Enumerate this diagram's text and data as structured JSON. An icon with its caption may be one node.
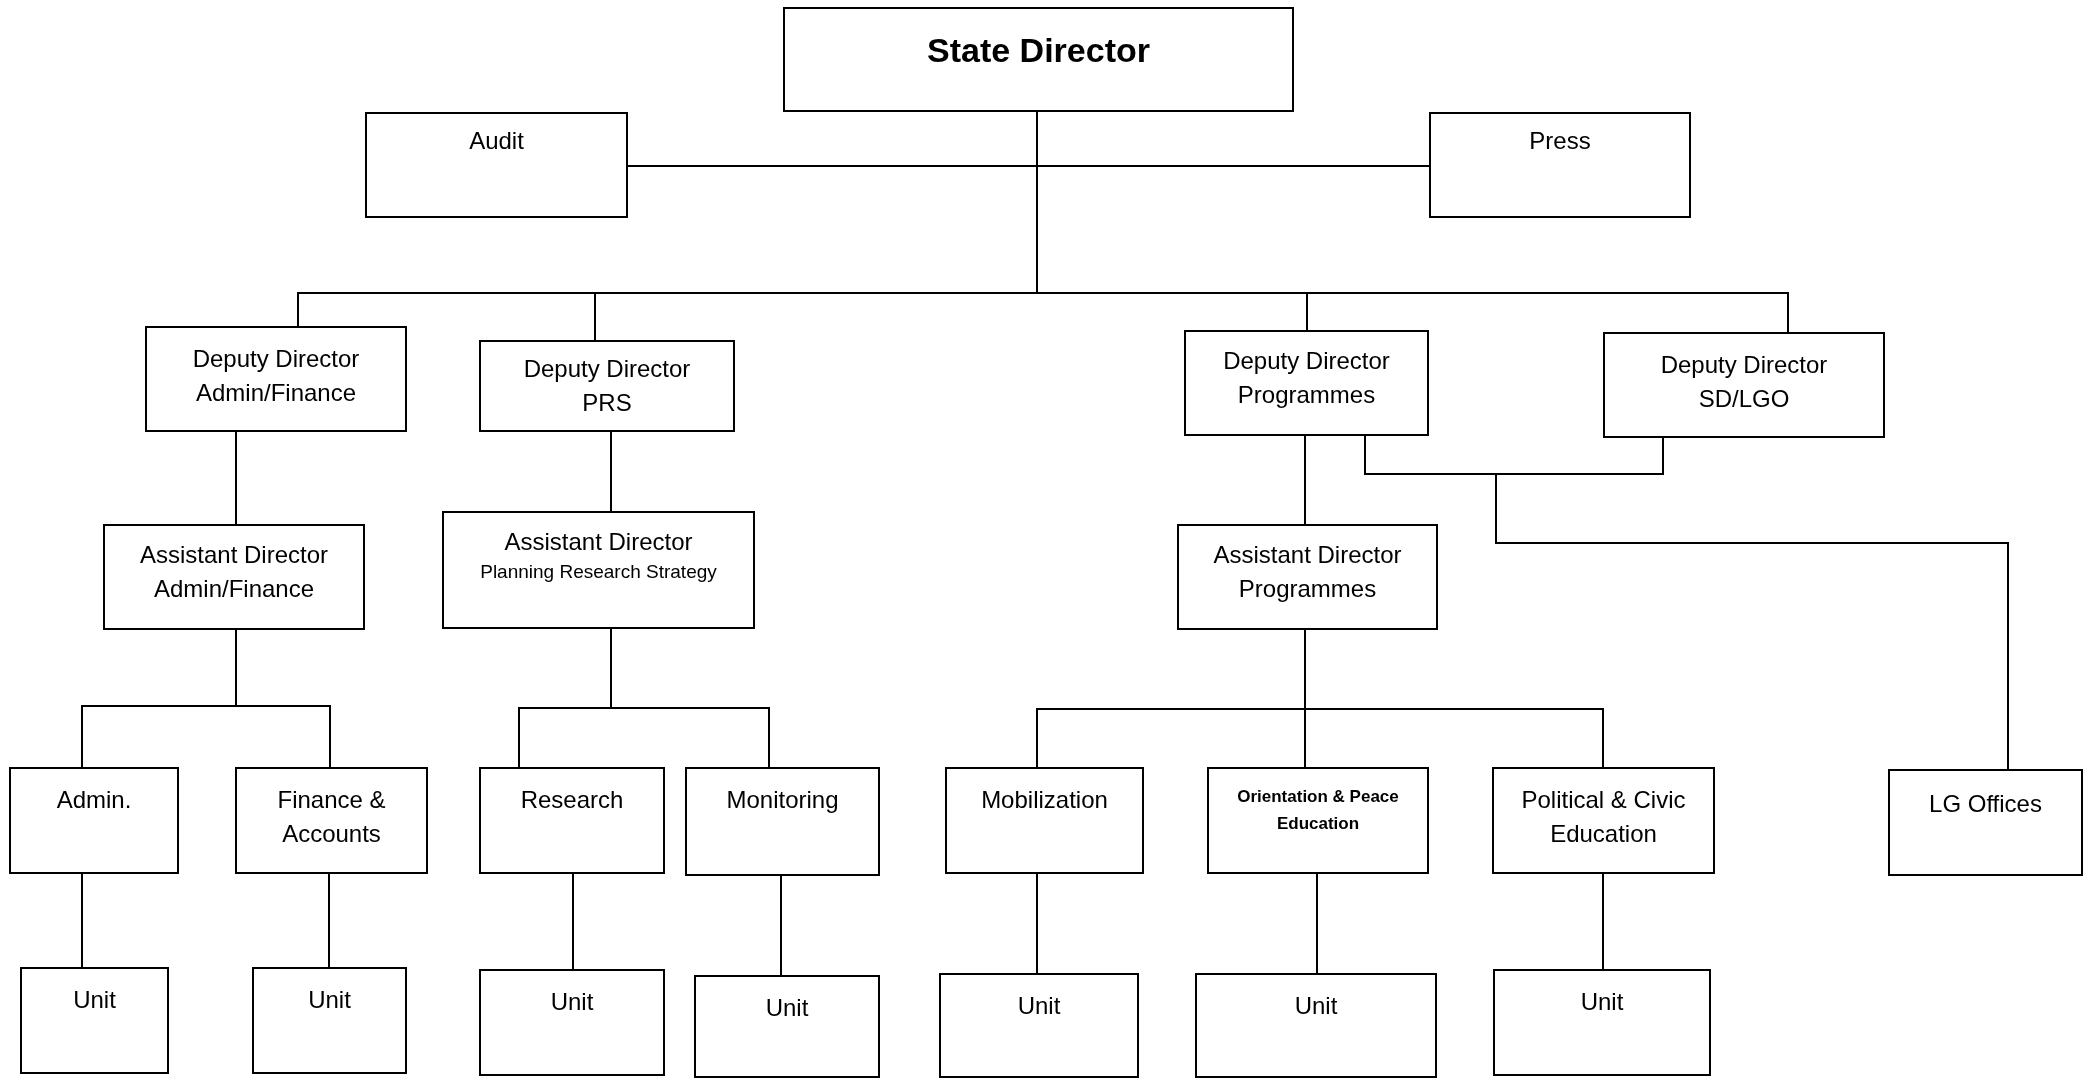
{
  "diagram": {
    "nodes": [
      {
        "text": [
          "State Director"
        ]
      },
      {
        "text": [
          "Audit"
        ]
      },
      {
        "text": [
          "Press"
        ]
      },
      {
        "text": [
          "Deputy Director",
          "Admin/Finance"
        ]
      },
      {
        "text": [
          "Deputy Director",
          "PRS"
        ]
      },
      {
        "text": [
          "Deputy Director",
          "Programmes"
        ]
      },
      {
        "text": [
          "Deputy Director",
          "SD/LGO"
        ]
      },
      {
        "text": [
          "Assistant Director",
          "Admin/Finance"
        ]
      },
      {
        "text": [
          "Assistant Director",
          "Planning Research Strategy"
        ]
      },
      {
        "text": [
          "Assistant Director",
          "Programmes"
        ]
      },
      {
        "text": [
          "Admin."
        ]
      },
      {
        "text": [
          "Finance & Accounts"
        ]
      },
      {
        "text": [
          "Research"
        ]
      },
      {
        "text": [
          "Monitoring"
        ]
      },
      {
        "text": [
          "Mobilization"
        ]
      },
      {
        "text": [
          "Orientation & Peace Education"
        ]
      },
      {
        "text": [
          "Political & Civic Education"
        ]
      },
      {
        "text": [
          "LG Offices"
        ]
      },
      {
        "text": [
          "Unit"
        ]
      },
      {
        "text": [
          "Unit"
        ]
      },
      {
        "text": [
          "Unit"
        ]
      },
      {
        "text": [
          "Unit"
        ]
      },
      {
        "text": [
          "Unit"
        ]
      },
      {
        "text": [
          "Unit"
        ]
      },
      {
        "text": [
          "Unit"
        ]
      }
    ],
    "edges": [
      {
        "from": 0,
        "to": 1,
        "arrow": "none"
      },
      {
        "from": 0,
        "to": 2,
        "arrow": "none"
      },
      {
        "from": 0,
        "to": 3,
        "arrow": "none"
      },
      {
        "from": 0,
        "to": 4,
        "arrow": "none"
      },
      {
        "from": 0,
        "to": 5,
        "arrow": "none"
      },
      {
        "from": 0,
        "to": 6,
        "arrow": "none"
      },
      {
        "from": 5,
        "to": 17,
        "arrow": "none"
      },
      {
        "from": 6,
        "to": 17,
        "arrow": "none"
      },
      {
        "from": 3,
        "to": 7,
        "arrow": "none"
      },
      {
        "from": 4,
        "to": 8,
        "arrow": "none"
      },
      {
        "from": 5,
        "to": 9,
        "arrow": "none"
      },
      {
        "from": 7,
        "to": 10,
        "arrow": "none"
      },
      {
        "from": 7,
        "to": 11,
        "arrow": "none"
      },
      {
        "from": 8,
        "to": 12,
        "arrow": "none"
      },
      {
        "from": 8,
        "to": 13,
        "arrow": "none"
      },
      {
        "from": 9,
        "to": 14,
        "arrow": "none"
      },
      {
        "from": 9,
        "to": 15,
        "arrow": "none"
      },
      {
        "from": 9,
        "to": 16,
        "arrow": "none"
      },
      {
        "from": 10,
        "to": 18,
        "arrow": "none"
      },
      {
        "from": 11,
        "to": 19,
        "arrow": "none"
      },
      {
        "from": 12,
        "to": 20,
        "arrow": "none"
      },
      {
        "from": 13,
        "to": 21,
        "arrow": "none"
      },
      {
        "from": 14,
        "to": 22,
        "arrow": "none"
      },
      {
        "from": 15,
        "to": 23,
        "arrow": "none"
      },
      {
        "from": 16,
        "to": 24,
        "arrow": "none"
      }
    ]
  }
}
